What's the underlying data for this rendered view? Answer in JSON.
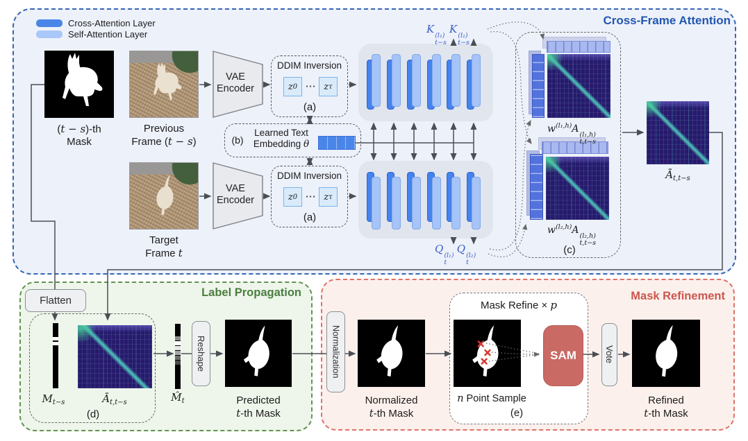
{
  "legend": {
    "items": [
      {
        "label": "Cross-Attention Layer",
        "color": "#4a86e8"
      },
      {
        "label": "Self-Attention Layer",
        "color": "#a9c7f8"
      }
    ]
  },
  "cfa": {
    "title": "Cross-Frame Attention",
    "prev_mask_label1_pre": "(",
    "prev_mask_label1_it": "t − s",
    "prev_mask_label1_post": ")-th",
    "prev_mask_label2": "Mask",
    "prev_frame_label1": "Previous",
    "prev_frame_label2_pre": "Frame (",
    "prev_frame_label2_it": "t − s",
    "prev_frame_label2_post": ")",
    "target_frame_label1": "Target",
    "target_frame_label2_pre": "Frame ",
    "target_frame_label2_it": "t",
    "vae1_line1": "VAE",
    "vae1_line2": "Encoder",
    "vae2_line1": "VAE",
    "vae2_line2": "Encoder",
    "ddim1": {
      "title": "DDIM Inversion",
      "z_base": "z",
      "z0_sub": "0",
      "dots": "⋯",
      "zt_sub": "τ",
      "tag": "(a)"
    },
    "ddim2": {
      "title": "DDIM Inversion",
      "z_base": "z",
      "z0_sub": "0",
      "dots": "⋯",
      "zt_sub": "τ",
      "tag": "(a)"
    },
    "embed": {
      "tag": "(b)",
      "line1": "Learned Text",
      "line2_pre": "Embedding ",
      "line2_it": "θ"
    },
    "k1": {
      "base": "K",
      "sup": "(l₁)",
      "sub": "t−s"
    },
    "k2": {
      "base": "K",
      "sup": "(l₂)",
      "sub": "t−s"
    },
    "q1": {
      "base": "Q",
      "sup": "(l₁)",
      "sub": "t"
    },
    "q2": {
      "base": "Q",
      "sup": "(l₂)",
      "sub": "t"
    },
    "attn1": {
      "w_base": "w",
      "w_sup": "(l₁,h)",
      "a_base": "A",
      "a_sup": "(l₁,h)",
      "a_sub": "t,t−s"
    },
    "attn2": {
      "w_base": "w",
      "w_sup": "(l₂,h)",
      "a_base": "A",
      "a_sup": "(l₂,h)",
      "a_sub": "t,t−s"
    },
    "c_tag": "(c)",
    "avg": {
      "base": "Ā",
      "sub": "t,t−s"
    }
  },
  "lp": {
    "title": "Label Propagation",
    "flatten": "Flatten",
    "m": {
      "base": "M",
      "sub": "t−s"
    },
    "a": {
      "base": "Ā",
      "sub": "t,t−s"
    },
    "d_tag": "(d)",
    "mhat": {
      "base": "M̂",
      "sub": "t"
    },
    "reshape": "Reshape",
    "pred1": "Predicted",
    "pred2_it": "t",
    "pred2_rest": "-th Mask"
  },
  "mr": {
    "title": "Mask Refinement",
    "normalization": "Normalization",
    "norm1": "Normalized",
    "norm2_it": "t",
    "norm2_rest": "-th Mask",
    "refine_title_pre": "Mask Refine × ",
    "refine_title_it": "p",
    "sample_it": "n",
    "sample_rest": " Point Sample",
    "e_tag": "(e)",
    "sam": "SAM",
    "vote": "Vote",
    "ref1": "Refined",
    "ref2_it": "t",
    "ref2_rest": "-th Mask"
  }
}
